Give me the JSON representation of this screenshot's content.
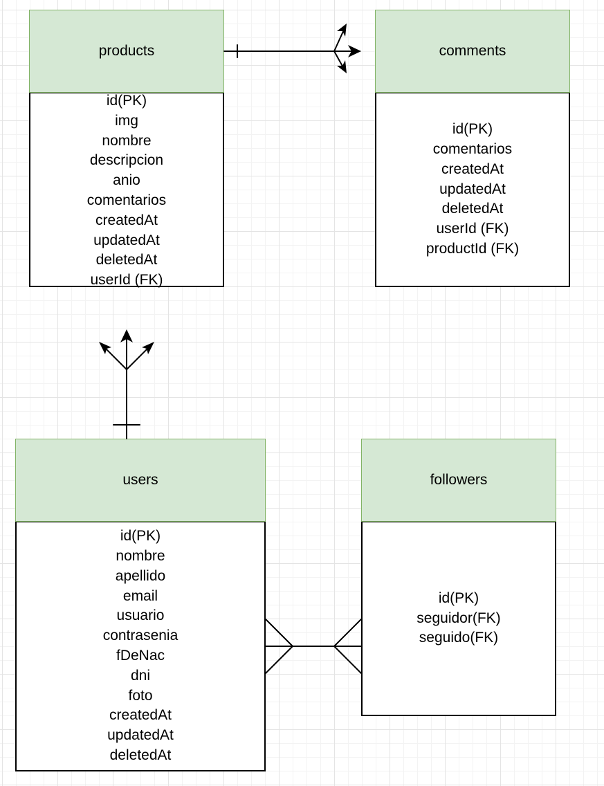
{
  "entities": {
    "products": {
      "title": "products",
      "fields": [
        "id(PK)",
        "img",
        "nombre",
        "descripcion",
        "anio",
        "comentarios",
        "createdAt",
        "updatedAt",
        "deletedAt",
        "userId (FK)"
      ]
    },
    "comments": {
      "title": "comments",
      "fields": [
        "id(PK)",
        "comentarios",
        "createdAt",
        "updatedAt",
        "deletedAt",
        "userId (FK)",
        "productId (FK)"
      ]
    },
    "users": {
      "title": "users",
      "fields": [
        "id(PK)",
        "nombre",
        "apellido",
        "email",
        "usuario",
        "contrasenia",
        "fDeNac",
        "dni",
        "foto",
        "createdAt",
        "updatedAt",
        "deletedAt"
      ]
    },
    "followers": {
      "title": "followers",
      "fields": [
        "id(PK)",
        "seguidor(FK)",
        "seguido(FK)"
      ]
    }
  },
  "relationships": [
    {
      "from": "products",
      "to": "comments",
      "from_cardinality": "one",
      "to_cardinality": "many"
    },
    {
      "from": "users",
      "to": "products",
      "from_cardinality": "one",
      "to_cardinality": "many"
    },
    {
      "from": "users",
      "to": "followers",
      "from_cardinality": "many",
      "to_cardinality": "many"
    }
  ],
  "colors": {
    "header_fill": "#d5e8d4",
    "header_border": "#82b366",
    "body_border": "#000000",
    "connector": "#000000"
  }
}
